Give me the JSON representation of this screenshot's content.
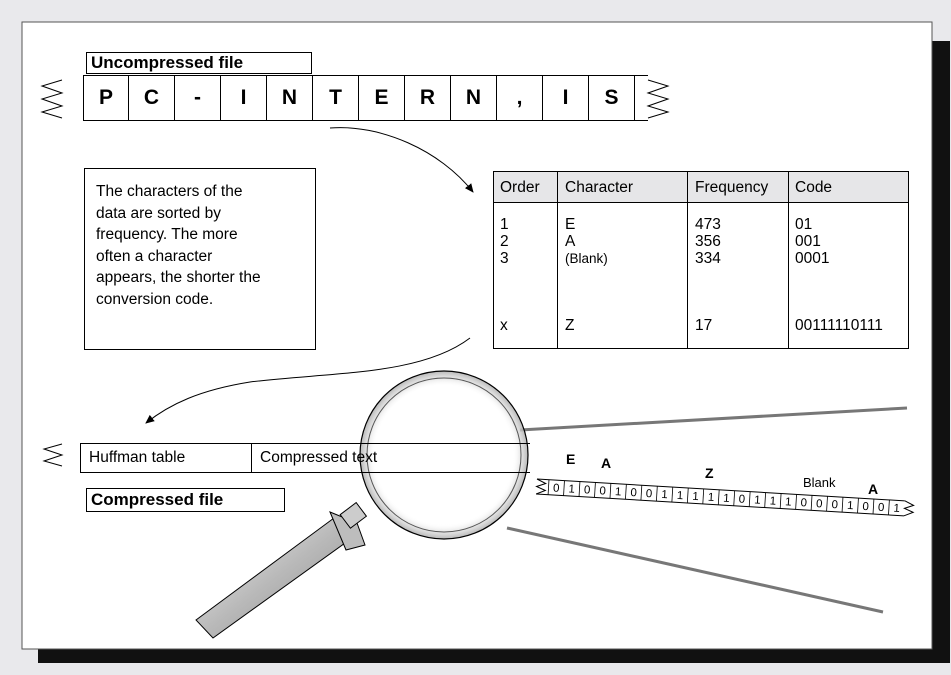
{
  "uncompressed_label": "Uncompressed file",
  "compressed_label": "Compressed file",
  "characters": [
    "P",
    "C",
    "-",
    "I",
    "N",
    "T",
    "E",
    "R",
    "N",
    ",",
    "I",
    "S"
  ],
  "explanation_lines": [
    "The characters of the",
    "data are sorted by",
    "frequency. The more",
    "often a character",
    "appears, the shorter the",
    "conversion code."
  ],
  "table": {
    "headers": [
      "Order",
      "Character",
      "Frequency",
      "Code"
    ],
    "rows": [
      {
        "order": "1",
        "character": "E",
        "frequency": "473",
        "code": "01"
      },
      {
        "order": "2",
        "character": "A",
        "frequency": "356",
        "code": "001"
      },
      {
        "order": "3",
        "character": "(Blank)",
        "frequency": "334",
        "code": "0001"
      },
      {
        "order": "x",
        "character": "Z",
        "frequency": "17",
        "code": "00111110111"
      }
    ]
  },
  "compressed_file": {
    "huffman_label": "Huffman table",
    "text_label": "Compressed text"
  },
  "bit_labels": [
    "E",
    "A",
    "Z",
    "Blank",
    "A"
  ],
  "bits": [
    "0",
    "1",
    "0",
    "0",
    "1",
    "0",
    "0",
    "1",
    "1",
    "1",
    "1",
    "1",
    "0",
    "1",
    "1",
    "1",
    "0",
    "0",
    "0",
    "1",
    "0",
    "0",
    "1"
  ],
  "colors": {
    "page_background": "#e9e9ec",
    "shadow": "#111111",
    "table_header": "#e6e6e8",
    "zoom_lines": "#777777",
    "handle": "#9a9a9a"
  }
}
